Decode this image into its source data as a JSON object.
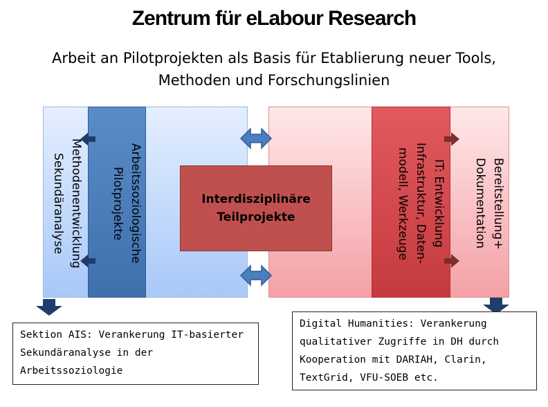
{
  "title": "Zentrum für eLabour Research",
  "subtitle": "Arbeit an Pilotprojekten als Basis für Etablierung neuer Tools, Methoden und Forschungslinien",
  "blocks": {
    "methoden": "Methodenentwicklung\nSekundäranalyse",
    "arbeitssoziologische": "Arbeitssoziologische\nPilotprojekte",
    "interdisziplinaer": "Interdisziplinäre\nTeilprojekte",
    "it_entwicklung": "IT: Entwicklung\nInfrastruktur, Daten-\nmodell, Werkzeuge",
    "bereitstellung": "Bereitstellung+\nDokumentation"
  },
  "notes": {
    "sektion_ais": "Sektion AIS: Verankerung IT-basierter\nSekundäranalyse in der\nArbeitssoziologie",
    "digital_humanities": "Digital Humanities: Verankerung\nqualitativer Zugriffe in DH durch\nKooperation mit DARIAH, Clarin,\nTextGrid, VFU-SOEB etc."
  },
  "colors": {
    "blue_dark": "#4a7ebf",
    "red_dark": "#c0504d",
    "arrow_blue": "#3a6ea8",
    "arrow_dark": "#1f3d6b",
    "arrow_brown": "#7a2e2e"
  }
}
